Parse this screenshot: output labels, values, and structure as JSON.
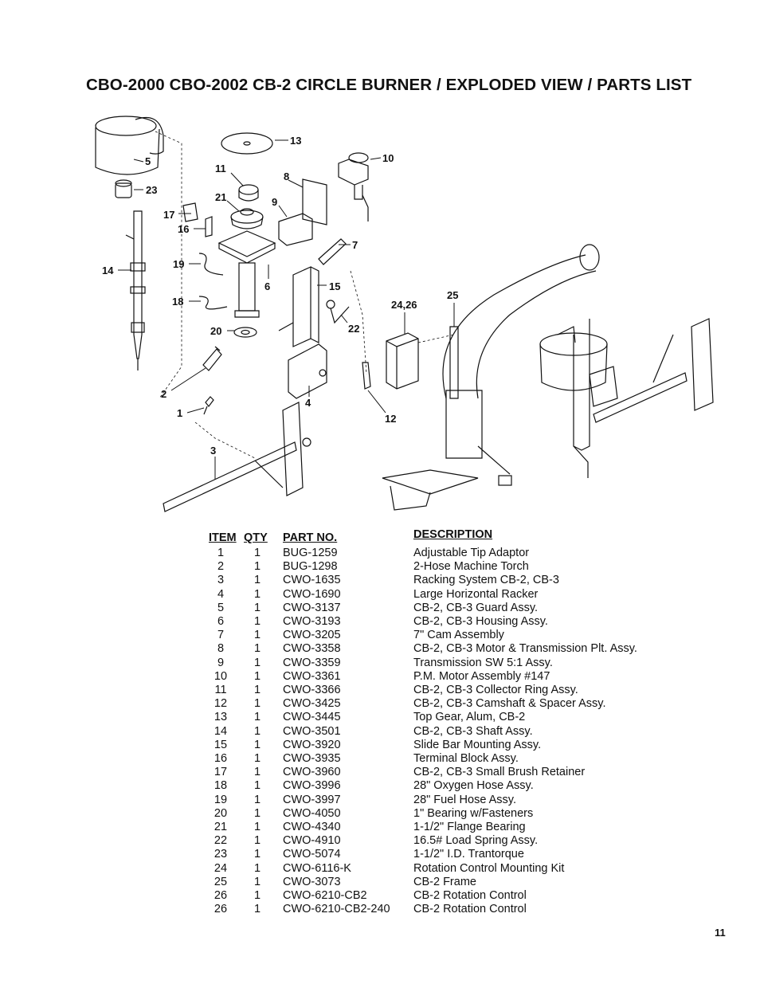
{
  "title": "CBO-2000 CBO-2002 CB-2 CIRCLE BURNER / EXPLODED VIEW / PARTS LIST",
  "callouts": [
    "13",
    "10",
    "5",
    "11",
    "8",
    "23",
    "21",
    "9",
    "17",
    "16",
    "7",
    "19",
    "14",
    "6",
    "15",
    "24,26",
    "25",
    "18",
    "22",
    "20",
    "2",
    "4",
    "12",
    "1",
    "3"
  ],
  "table": {
    "headers": {
      "item": "ITEM",
      "qty": "QTY",
      "part": "PART NO.",
      "description": "DESCRIPTION"
    },
    "rows": [
      {
        "item": "1",
        "qty": "1",
        "part": "BUG-1259",
        "description": "Adjustable Tip Adaptor"
      },
      {
        "item": "2",
        "qty": "1",
        "part": "BUG-1298",
        "description": "2-Hose Machine Torch"
      },
      {
        "item": "3",
        "qty": "1",
        "part": "CWO-1635",
        "description": "Racking System CB-2, CB-3"
      },
      {
        "item": "4",
        "qty": "1",
        "part": "CWO-1690",
        "description": "Large Horizontal Racker"
      },
      {
        "item": "5",
        "qty": "1",
        "part": "CWO-3137",
        "description": "CB-2, CB-3 Guard Assy."
      },
      {
        "item": "6",
        "qty": "1",
        "part": "CWO-3193",
        "description": "CB-2, CB-3 Housing Assy."
      },
      {
        "item": "7",
        "qty": "1",
        "part": "CWO-3205",
        "description": "7\" Cam Assembly"
      },
      {
        "item": "8",
        "qty": "1",
        "part": "CWO-3358",
        "description": "CB-2, CB-3 Motor & Transmission Plt. Assy."
      },
      {
        "item": "9",
        "qty": "1",
        "part": "CWO-3359",
        "description": "Transmission SW 5:1 Assy."
      },
      {
        "item": "10",
        "qty": "1",
        "part": "CWO-3361",
        "description": "P.M. Motor Assembly #147"
      },
      {
        "item": "11",
        "qty": "1",
        "part": "CWO-3366",
        "description": "CB-2, CB-3 Collector Ring Assy."
      },
      {
        "item": "12",
        "qty": "1",
        "part": "CWO-3425",
        "description": "CB-2, CB-3 Camshaft & Spacer Assy."
      },
      {
        "item": "13",
        "qty": "1",
        "part": "CWO-3445",
        "description": "Top Gear, Alum, CB-2"
      },
      {
        "item": "14",
        "qty": "1",
        "part": "CWO-3501",
        "description": "CB-2, CB-3 Shaft Assy."
      },
      {
        "item": "15",
        "qty": "1",
        "part": "CWO-3920",
        "description": "Slide Bar Mounting Assy."
      },
      {
        "item": "16",
        "qty": "1",
        "part": "CWO-3935",
        "description": "Terminal Block Assy."
      },
      {
        "item": "17",
        "qty": "1",
        "part": "CWO-3960",
        "description": "CB-2, CB-3 Small Brush Retainer"
      },
      {
        "item": "18",
        "qty": "1",
        "part": "CWO-3996",
        "description": "28\" Oxygen Hose Assy."
      },
      {
        "item": "19",
        "qty": "1",
        "part": "CWO-3997",
        "description": "28\" Fuel Hose Assy."
      },
      {
        "item": "20",
        "qty": "1",
        "part": "CWO-4050",
        "description": "1\" Bearing w/Fasteners"
      },
      {
        "item": "21",
        "qty": "1",
        "part": "CWO-4340",
        "description": "1-1/2\" Flange Bearing"
      },
      {
        "item": "22",
        "qty": "1",
        "part": "CWO-4910",
        "description": "16.5# Load Spring Assy."
      },
      {
        "item": "23",
        "qty": "1",
        "part": "CWO-5074",
        "description": "1-1/2\" I.D. Trantorque"
      },
      {
        "item": "24",
        "qty": "1",
        "part": "CWO-6116-K",
        "description": "Rotation Control Mounting Kit"
      },
      {
        "item": "25",
        "qty": "1",
        "part": "CWO-3073",
        "description": "CB-2 Frame"
      },
      {
        "item": "26",
        "qty": "1",
        "part": "CWO-6210-CB2",
        "description": "CB-2 Rotation Control"
      },
      {
        "item": "26",
        "qty": "1",
        "part": "CWO-6210-CB2-240",
        "description": "CB-2 Rotation Control"
      }
    ]
  },
  "page_number": "11"
}
